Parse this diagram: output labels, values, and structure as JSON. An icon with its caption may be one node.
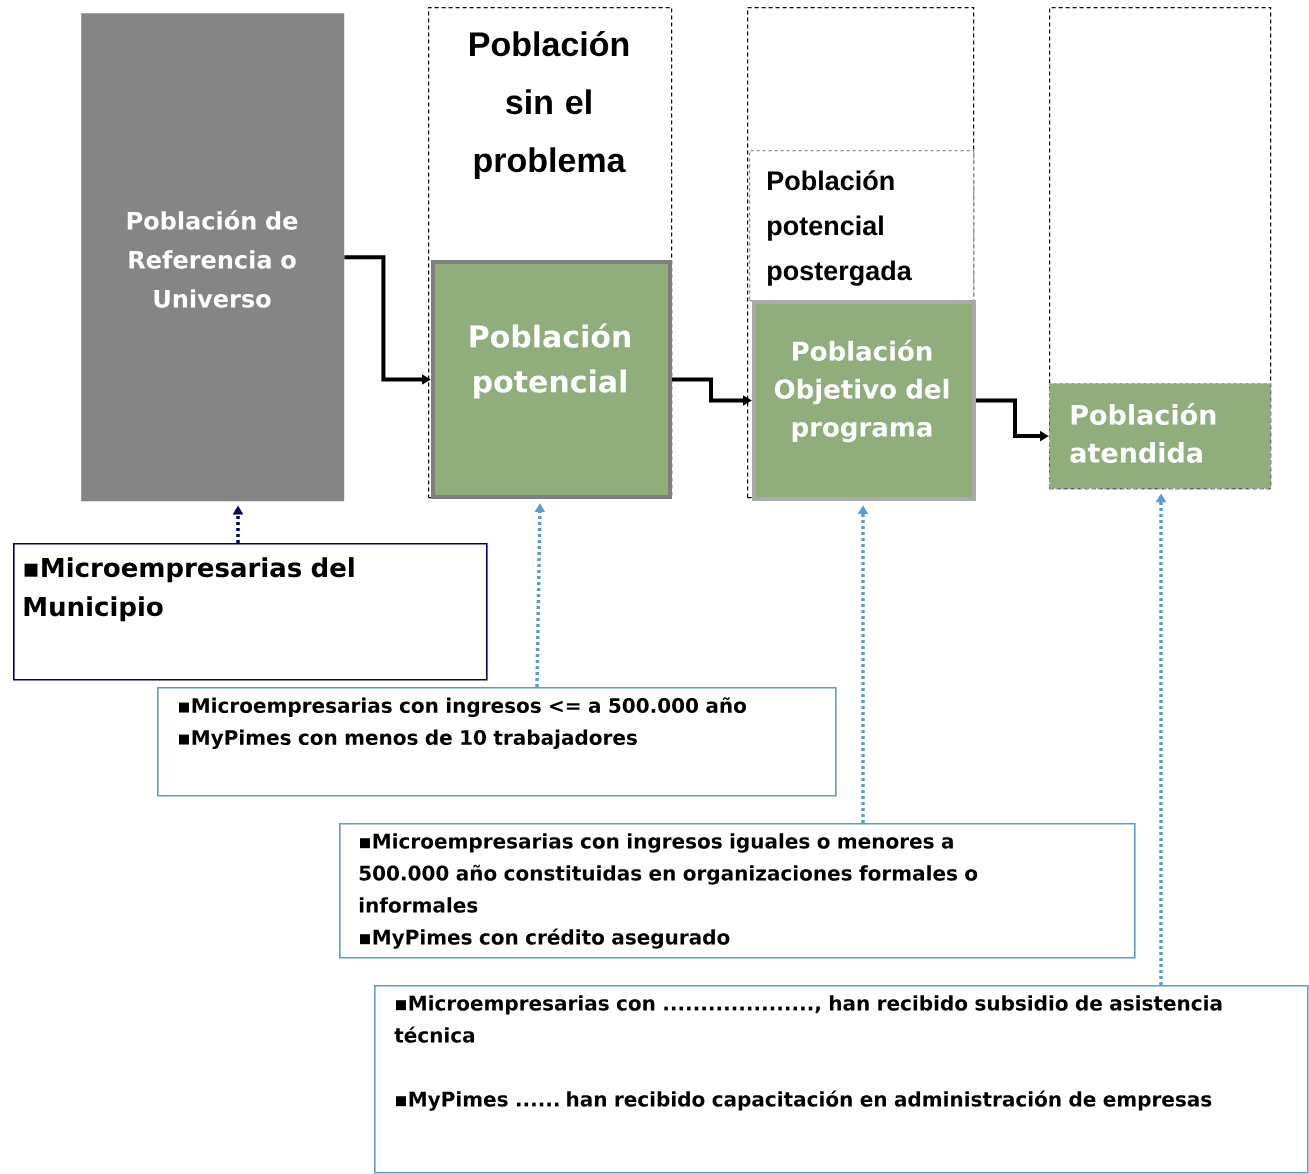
{
  "diagram": {
    "nodes": [
      {
        "text": [
          "Población de Referencia o Universo"
        ]
      },
      {
        "text": [
          "Población sin el problema"
        ]
      },
      {
        "text": [
          "Población potencial"
        ],
        "in": 1
      },
      {
        "text": [],
        "shape": "box"
      },
      {
        "text": [
          "Población potencial postergada"
        ],
        "in": 3
      },
      {
        "text": [
          "Población Objetivo del programa"
        ],
        "in": 3
      },
      {
        "text": [],
        "shape": "box"
      },
      {
        "text": [
          "Población atendida"
        ],
        "in": 6
      },
      {
        "text": [
          "▪Microempresarias del Municipio"
        ]
      },
      {
        "text": [
          "▪Microempresarias con ingresos <= a 500.000 año",
          "▪MyPimes con menos de 10 trabajadores"
        ]
      },
      {
        "text": [
          "▪Microempresarias con ingresos iguales o menores a 500.000 año constituidas en organizaciones formales o informales",
          "▪MyPimes con crédito asegurado"
        ]
      },
      {
        "text": [
          "▪Microempresarias con ...................., han recibido subsidio de asistencia técnica",
          "▪MyPimes ...... han recibido capacitación en administración de empresas"
        ]
      }
    ],
    "edges": [
      {
        "from": 0,
        "to": 2,
        "arrow": "to"
      },
      {
        "from": 2,
        "to": 5,
        "arrow": "to"
      },
      {
        "from": 5,
        "to": 7,
        "arrow": "to"
      },
      {
        "from": 8,
        "to": 0,
        "arrow": "to",
        "style": "dashed",
        "color": "#000066"
      },
      {
        "from": 9,
        "to": 2,
        "arrow": "to",
        "style": "dashed",
        "color": "#5b9bd5"
      },
      {
        "from": 10,
        "to": 5,
        "arrow": "to",
        "style": "dashed",
        "color": "#5b9bd5"
      },
      {
        "from": 11,
        "to": 7,
        "arrow": "to",
        "style": "dashed",
        "color": "#5b9bd5"
      }
    ]
  }
}
